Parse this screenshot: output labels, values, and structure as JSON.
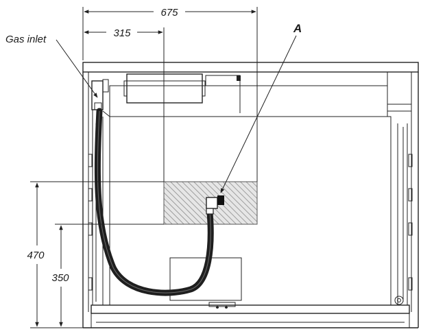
{
  "labels": {
    "gas_inlet": "Gas inlet",
    "point_a": "A"
  },
  "dimensions": {
    "width_total": "675",
    "width_offset": "315",
    "height_upper": "470",
    "height_lower": "350"
  },
  "colors": {
    "line": "#222222",
    "hatch": "#9a9a9a",
    "hatch_bg": "#e6e6e6",
    "hose": "#1f1f1f"
  }
}
